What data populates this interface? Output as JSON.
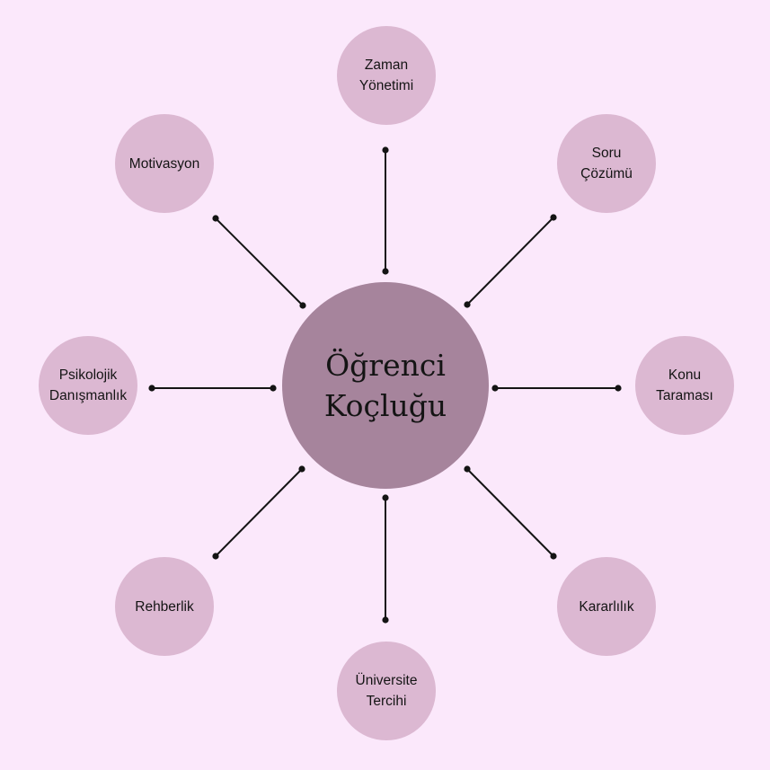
{
  "diagram": {
    "center": {
      "label": "Öğrenci\nKoçluğu"
    },
    "nodes": [
      {
        "label": "Zaman\nYönetimi"
      },
      {
        "label": "Soru\nÇözümü"
      },
      {
        "label": "Konu\nTaraması"
      },
      {
        "label": "Kararlılık"
      },
      {
        "label": "Üniversite\nTercihi"
      },
      {
        "label": "Rehberlik"
      },
      {
        "label": "Psikolojik\nDanışmanlık"
      },
      {
        "label": "Motivasyon"
      }
    ]
  },
  "colors": {
    "background": "#fbe8fb",
    "center_circle": "#a6849c",
    "outer_circle": "#dcb8d2",
    "connector": "#141414"
  }
}
